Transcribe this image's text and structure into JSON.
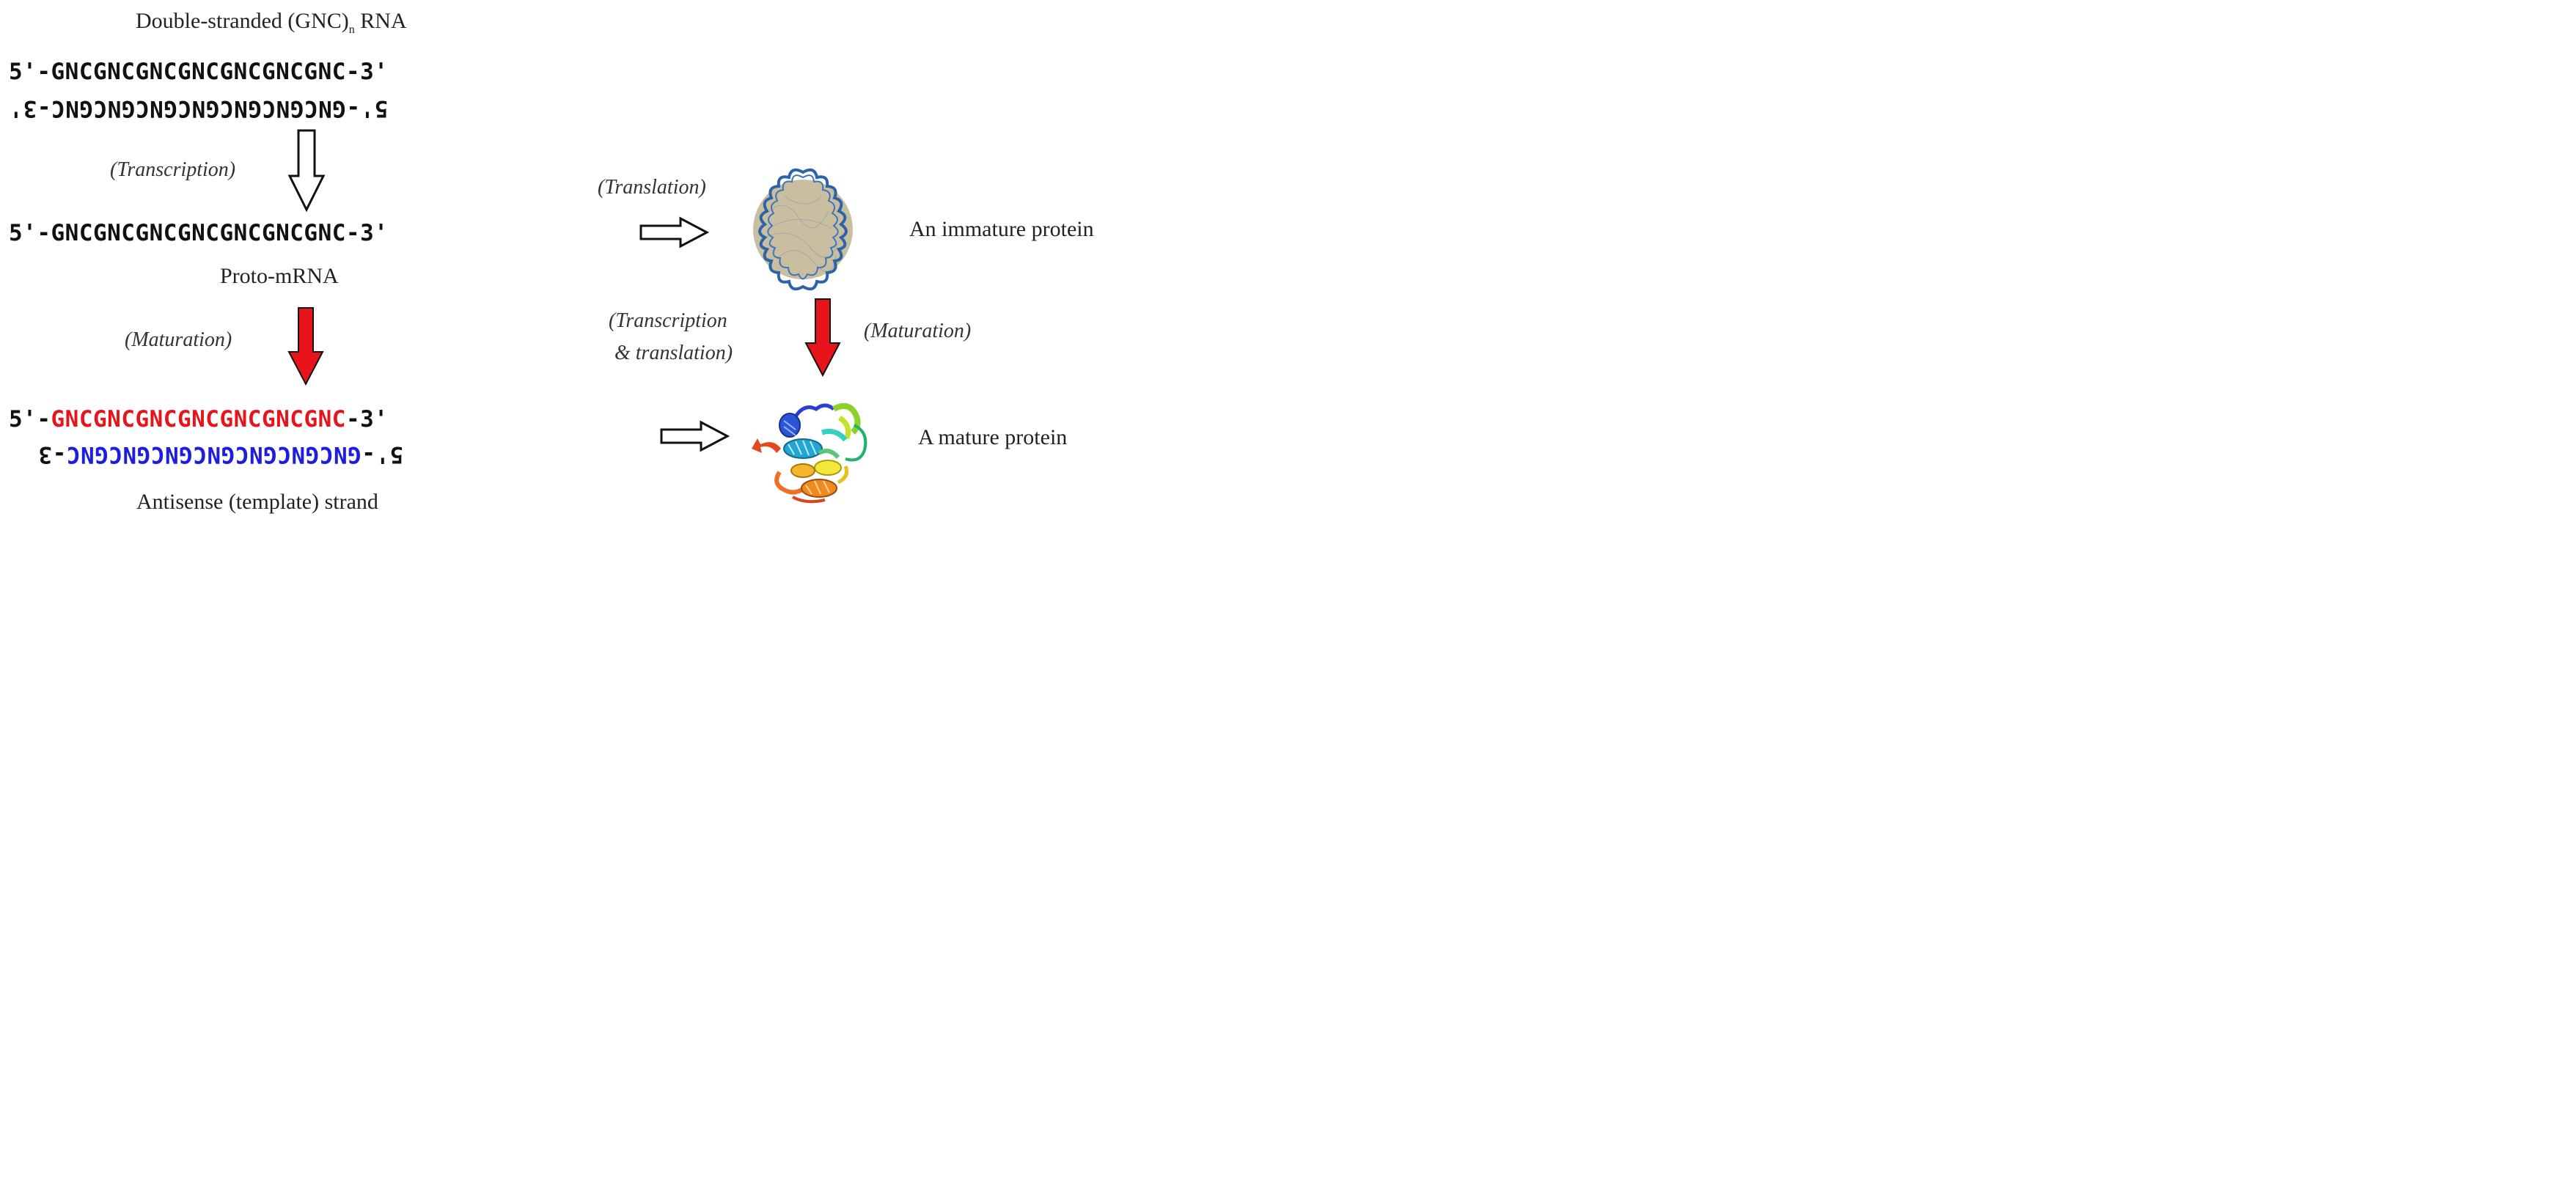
{
  "title": {
    "prefix": "Double-stranded (GNC)",
    "subscript": "n",
    "suffix": " RNA"
  },
  "ds_rna": {
    "top_strand": "5'-GNCGNCGNCGNCGNCGNCGNC-3'",
    "bottom_strand": "5'-GNCGNCGNCGNCGNCGNCGNC-3'"
  },
  "steps": {
    "transcription": "(Transcription)",
    "translation": "(Translation)",
    "maturation_left": "(Maturation)",
    "maturation_right": "(Maturation)",
    "transcription_translation_line1": "(Transcription",
    "transcription_translation_line2": "& translation)"
  },
  "proto_mrna": {
    "sequence": "5'-GNCGNCGNCGNCGNCGNCGNC-3'",
    "label": "Proto-mRNA"
  },
  "mature": {
    "sense_prefix": "5'-",
    "sense_core": "GNCGNCGNCGNCGNCGNCGNC",
    "sense_suffix": "-3'",
    "antisense_prefix": "5'-",
    "antisense_core": "GNCGNCGNCGNCGNCGNCGNC",
    "antisense_suffix": "-3",
    "label": "Antisense (template) strand"
  },
  "proteins": {
    "immature": "An immature protein",
    "mature": "A mature protein"
  },
  "colors": {
    "sense": "#e8141b",
    "antisense": "#1d1de0",
    "maturation_arrow": "#e8141b",
    "hollow_arrow": "#ffffff",
    "globule_fill": "#c9bfa0",
    "globule_ring": "#2e63a8"
  },
  "icons": {
    "immature_protein": "random-coil-globule-icon",
    "mature_protein": "folded-protein-ribbon-icon"
  }
}
